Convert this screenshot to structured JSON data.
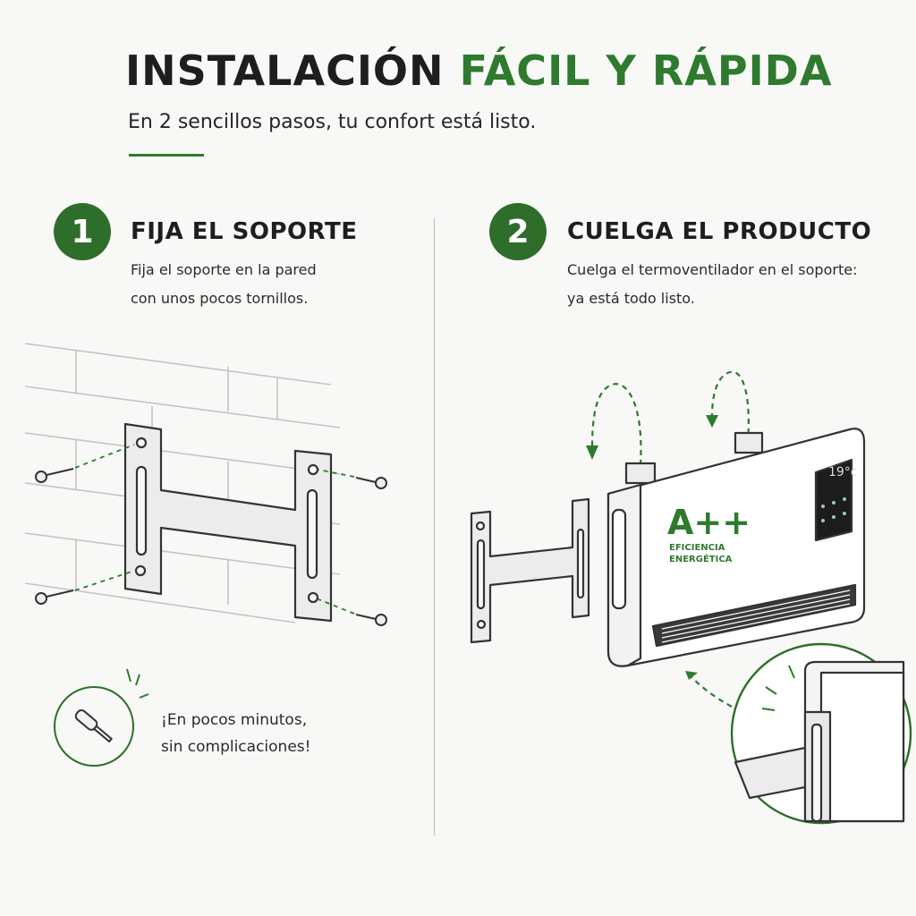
{
  "header": {
    "title_main": "INSTALACIÓN",
    "title_accent": "FÁCIL Y RÁPIDA",
    "subtitle": "En 2 sencillos pasos, tu confort está listo."
  },
  "steps": [
    {
      "number": "1",
      "title": "FIJA EL SOPORTE",
      "desc_lines": [
        "Fija el soporte en la pared",
        "con unos pocos tornillos."
      ]
    },
    {
      "number": "2",
      "title": "CUELGA EL PRODUCTO",
      "desc_lines": [
        "Cuelga el termoventilador en el soporte:",
        "ya está todo listo."
      ]
    }
  ],
  "tip": {
    "lines": [
      "¡En pocos minutos,",
      "sin complicaciones!"
    ]
  },
  "heater": {
    "rating": "A++",
    "rating_label_1": "EFICIENCIA",
    "rating_label_2": "ENERGÉTICA",
    "display_temp": "19°c"
  },
  "colors": {
    "accent": "#2e7a2e",
    "badge": "#2e6e2a"
  }
}
